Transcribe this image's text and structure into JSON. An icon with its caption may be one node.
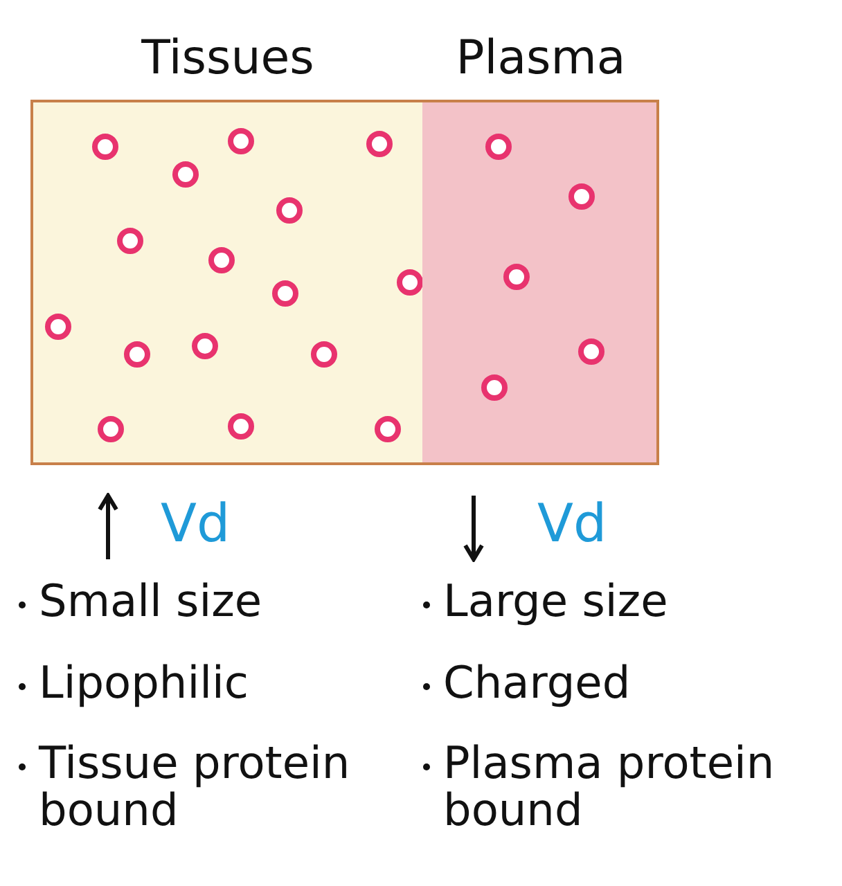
{
  "diagram": {
    "nodes": [
      {
        "text": [
          "Tissues"
        ]
      },
      {
        "text": [
          "Plasma"
        ]
      }
    ],
    "labels": [
      "Vd",
      "Vd",
      "Small size",
      "Large size",
      "Lipophilic",
      "Charged",
      "Tissue protein bound",
      "Plasma protein bound"
    ]
  }
}
